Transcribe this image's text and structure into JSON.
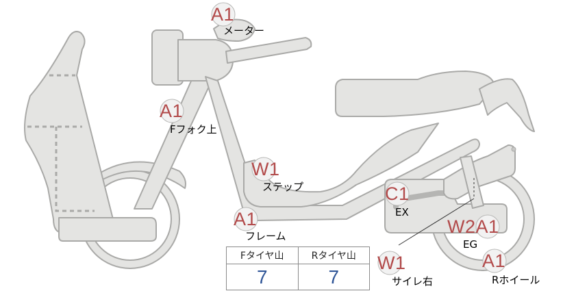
{
  "markers": [
    {
      "id": "meter",
      "code": "A1",
      "label": "メーター"
    },
    {
      "id": "ffork",
      "code": "A1",
      "label": "Fフォク上"
    },
    {
      "id": "step",
      "code": "W1",
      "label": "ステップ"
    },
    {
      "id": "frame",
      "code": "A1",
      "label": "フレーム"
    },
    {
      "id": "ex",
      "code": "C1",
      "label": "EX"
    },
    {
      "id": "eg",
      "code": "W2A1",
      "label": "EG"
    },
    {
      "id": "rwheel",
      "code": "A1",
      "label": "Rホイール"
    },
    {
      "id": "side",
      "code": "W1",
      "label": "サイレ右"
    }
  ],
  "tire_table": {
    "front_header": "Fタイヤ山",
    "rear_header": "Rタイヤ山",
    "front_value": "7",
    "rear_value": "7"
  },
  "colors": {
    "body_fill": "#e4e4e2",
    "body_stroke": "#a9a9a7",
    "code": "#b24a4a",
    "value": "#2f5597"
  }
}
